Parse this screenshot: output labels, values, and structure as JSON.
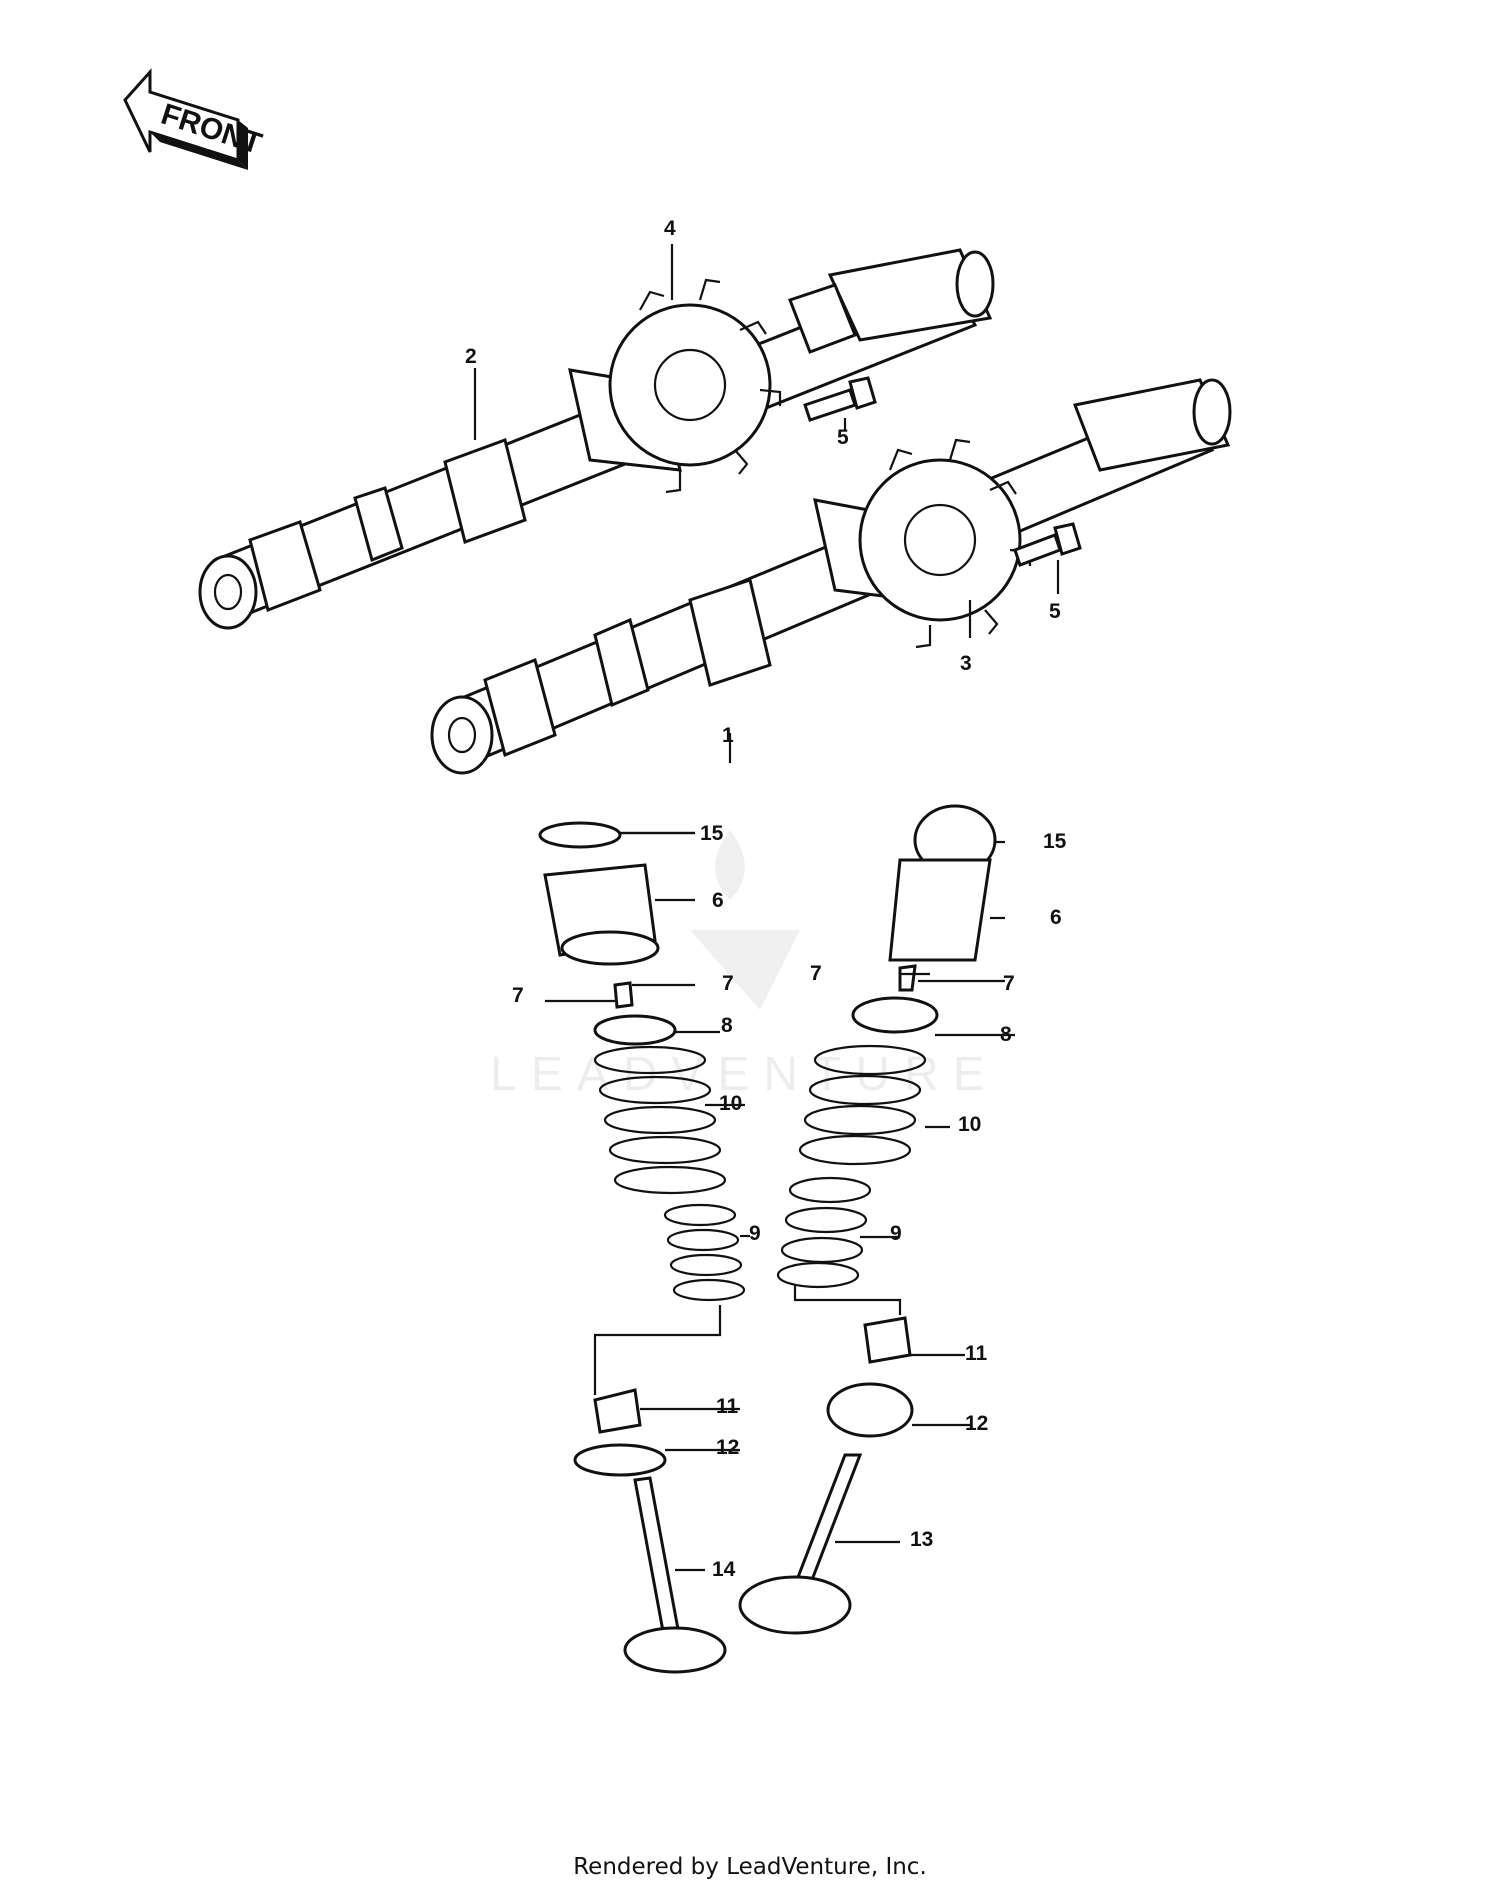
{
  "front_label": "FRONT",
  "callouts": [
    "1",
    "2",
    "3",
    "4",
    "5",
    "6",
    "7",
    "8",
    "9",
    "10",
    "11",
    "12",
    "13",
    "14",
    "15"
  ],
  "watermark": "LEADVENTURE",
  "footer": "Rendered by LeadVenture, Inc."
}
